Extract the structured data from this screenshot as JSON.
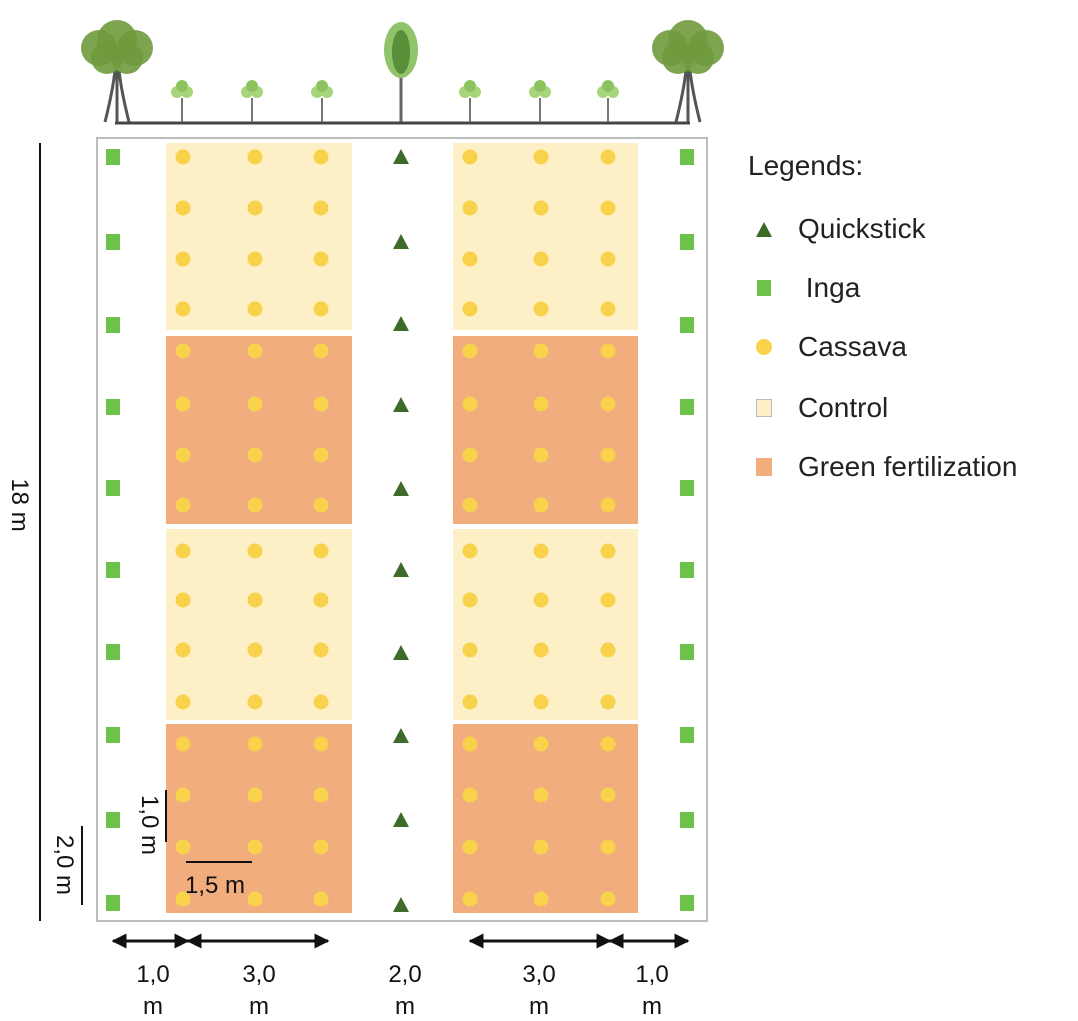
{
  "legend": {
    "title": "Legends:",
    "items": [
      {
        "key": "quickstick",
        "label": "Quickstick"
      },
      {
        "key": "inga",
        "label": " Inga"
      },
      {
        "key": "cassava",
        "label": "Cassava"
      },
      {
        "key": "control",
        "label": "Control"
      },
      {
        "key": "green",
        "label": "Green fertilization"
      }
    ]
  },
  "colors": {
    "control": "#fdefc6",
    "green_fertilization": "#f2ad7f",
    "cassava": "#f9d24b",
    "inga": "#6cc24a",
    "quickstick": "#3d6b2a",
    "tree_foliage": "#6f9a3c"
  },
  "dimensions": {
    "length_label": "18 m",
    "row_spacing_label": "2,0 m",
    "plant_row_spacing_label": "1,0 m",
    "plant_col_spacing_label": "1,5 m",
    "widths": [
      {
        "value": "1,0",
        "unit": "m"
      },
      {
        "value": "3,0",
        "unit": "m"
      },
      {
        "value": "2,0",
        "unit": "m"
      },
      {
        "value": "3,0",
        "unit": "m"
      },
      {
        "value": "1,0",
        "unit": "m"
      }
    ]
  },
  "plots": {
    "columns": 2,
    "treatments_top_to_bottom": [
      "control",
      "green_fertilization",
      "control",
      "green_fertilization"
    ],
    "cassava_per_plot": {
      "rows": 4,
      "cols": 3
    }
  },
  "border_plants": {
    "inga_per_side": 10,
    "quickstick_count": 10
  }
}
